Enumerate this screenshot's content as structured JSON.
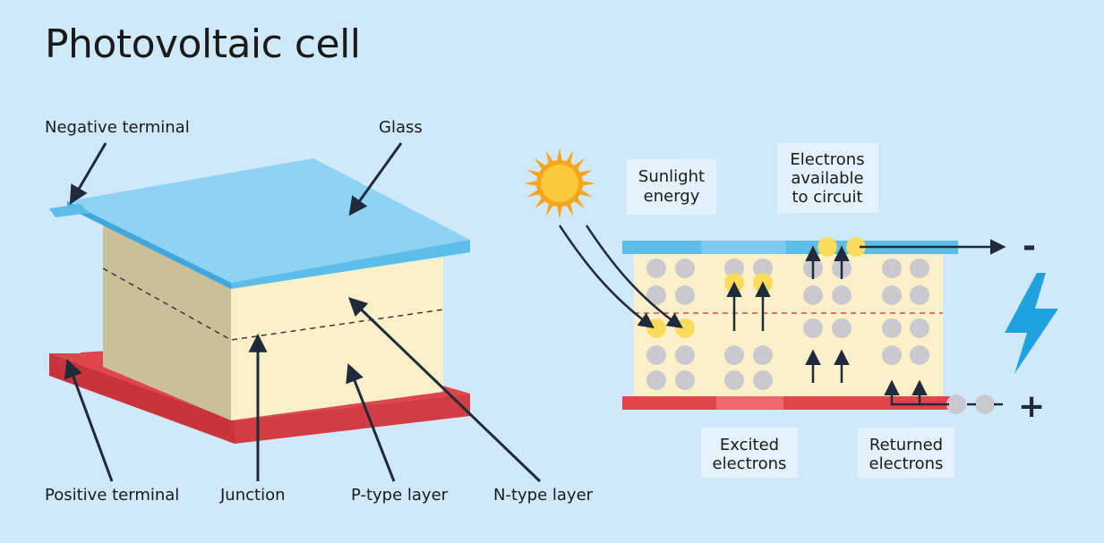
{
  "title": "Photovoltaic cell",
  "labels": {
    "negative_terminal": "Negative terminal",
    "glass": "Glass",
    "positive_terminal": "Positive terminal",
    "junction": "Junction",
    "p_type_layer": "P-type layer",
    "n_type_layer": "N-type layer",
    "sunlight_energy": [
      "Sunlight",
      "energy"
    ],
    "electrons_available": [
      "Electrons",
      "available",
      "to circuit"
    ],
    "excited_electrons": [
      "Excited",
      "electrons"
    ],
    "returned_electrons": [
      "Returned",
      "electrons"
    ],
    "minus_sign": "-",
    "plus_sign": "+"
  },
  "colors": {
    "background": "#cfe9fb",
    "glass": "#5bbde8",
    "glass_top": "#8fd3f4",
    "terminal_red": "#e0454b",
    "layer_cream": "#fbf0c8",
    "layer_shadow": "#c9bf98",
    "electron_yellow": "#f9dc5c",
    "electron_grey": "#c9c9cf",
    "bolt": "#1fa3e0",
    "sun": "#f7a51c"
  }
}
